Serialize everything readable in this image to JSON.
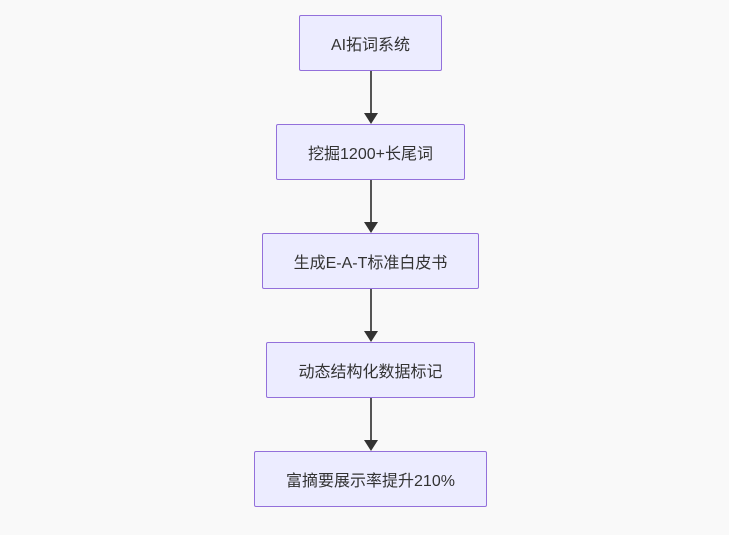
{
  "colors": {
    "background": "#f9f9f9",
    "node_fill": "#ececff",
    "node_border": "#9370db",
    "edge_line": "#555555",
    "arrowhead": "#333333",
    "text": "#333333"
  },
  "flowchart": {
    "type": "flowchart",
    "direction": "top-down",
    "nodes": [
      {
        "id": "n1",
        "label": "AI拓词系统"
      },
      {
        "id": "n2",
        "label": "挖掘1200+长尾词"
      },
      {
        "id": "n3",
        "label": "生成E-A-T标准白皮书"
      },
      {
        "id": "n4",
        "label": "动态结构化数据标记"
      },
      {
        "id": "n5",
        "label": "富摘要展示率提升210%"
      }
    ],
    "edges": [
      {
        "from": "n1",
        "to": "n2"
      },
      {
        "from": "n2",
        "to": "n3"
      },
      {
        "from": "n3",
        "to": "n4"
      },
      {
        "from": "n4",
        "to": "n5"
      }
    ]
  }
}
